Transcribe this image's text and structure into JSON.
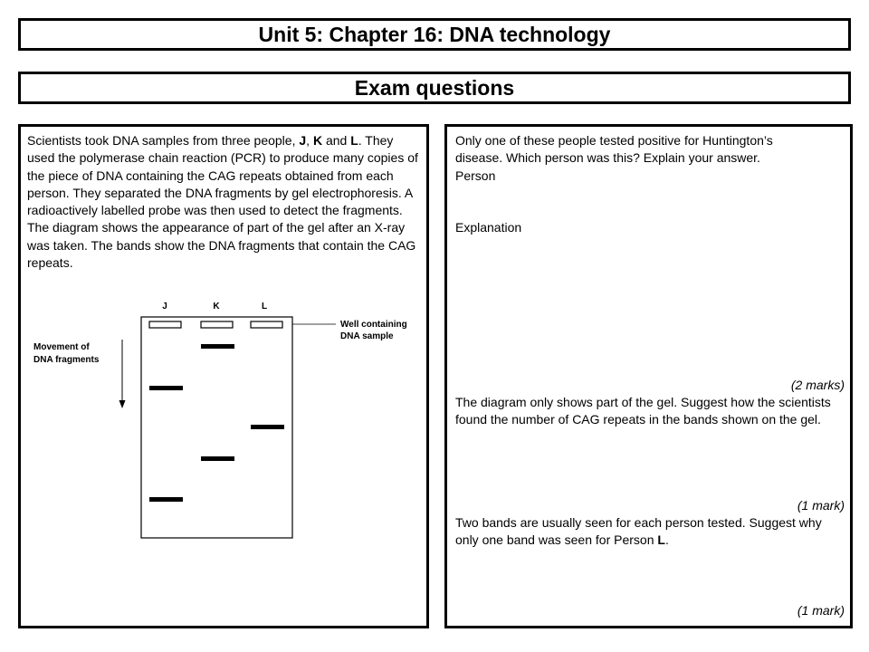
{
  "header": {
    "title": "Unit 5: Chapter 16: DNA technology",
    "subtitle": "Exam questions"
  },
  "left_panel": {
    "intro_parts": [
      "Scientists took DNA samples from three people, ",
      "J",
      ", ",
      "K",
      " and ",
      "L",
      ". They used the polymerase chain reaction (PCR) to produce many copies of the piece of DNA containing the CAG repeats obtained from each person. They separated the DNA fragments by gel electrophoresis. A radioactively labelled probe was then used to detect the fragments. The diagram shows the appearance of part of the gel after an X-ray was taken. The bands show the DNA fragments that contain the CAG repeats."
    ],
    "diagram": {
      "lanes": [
        "J",
        "K",
        "L"
      ],
      "well_label_line1": "Well containing",
      "well_label_line2": "DNA sample",
      "movement_label_line1": "Movement of",
      "movement_label_line2": "DNA fragments"
    }
  },
  "right_panel": {
    "q1_line1": "Only one of these people tested positive for  Huntington’s",
    "q1_line2": "disease. Which person was this? Explain your answer.",
    "q1_person": "Person",
    "q1_explanation": "Explanation",
    "q1_marks": "(2 marks)",
    "q2_text": "The diagram only shows part of the gel. Suggest how the scientists found the number of CAG repeats in the bands shown on the gel.",
    "q2_marks": "(1 mark)",
    "q3_text_a": "Two bands are usually seen for each person tested. Suggest why only one band was seen for Person ",
    "q3_bold": "L",
    "q3_text_b": ".",
    "q3_marks": "(1 mark)"
  }
}
